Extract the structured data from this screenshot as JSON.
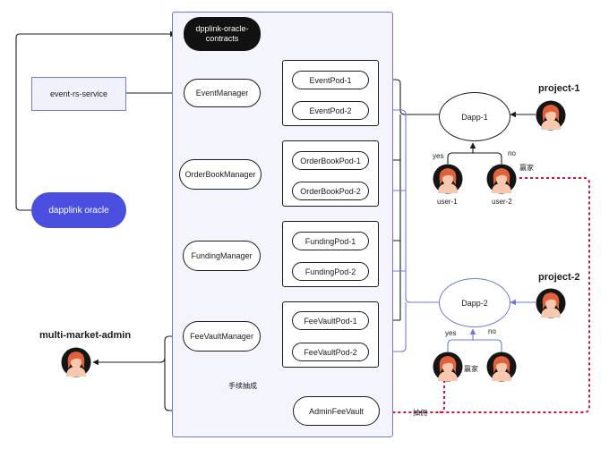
{
  "nodes": {
    "contracts": "dpplink-oracle-\ncontracts",
    "event_rs_service": "event-rs-service",
    "dapplink_oracle": "dapplink oracle",
    "event_manager": "EventManager",
    "orderbook_manager": "OrderBookManager",
    "funding_manager": "FundingManager",
    "feevault_manager": "FeeVaultManager",
    "event_pod_1": "EventPod-1",
    "event_pod_2": "EventPod-2",
    "orderbook_pod_1": "OrderBookPod-1",
    "orderbook_pod_2": "OrderBookPod-2",
    "funding_pod_1": "FundingPod-1",
    "funding_pod_2": "FundingPod-2",
    "feevault_pod_1": "FeeVaultPod-1",
    "feevault_pod_2": "FeeVaultPod-2",
    "admin_fee_vault": "AdminFeeVault",
    "dapp_1": "Dapp-1",
    "dapp_2": "Dapp-2"
  },
  "actors": {
    "project_1": "project-1",
    "project_2": "project-2",
    "multi_market_admin": "multi-market-admin",
    "user_1": "user-1",
    "user_2": "user-2"
  },
  "labels": {
    "yes_1": "yes",
    "no_1": "no",
    "yes_2": "yes",
    "no_2": "no",
    "winner_1": "赢家",
    "winner_2": "赢家",
    "fee_commission": "手续抽成",
    "commission": "抽佣"
  },
  "colors": {
    "panel_border": "#6f79d6",
    "panel_fill": "#f4f5fc",
    "blue_node": "#4b4fe0",
    "dark_node": "#111111",
    "dashed_flow": "#d0103a",
    "line": "#1b1b1b",
    "avatar_hair": "#e0613a",
    "avatar_skin": "#f8c8ae",
    "avatar_bg": "#151515"
  }
}
